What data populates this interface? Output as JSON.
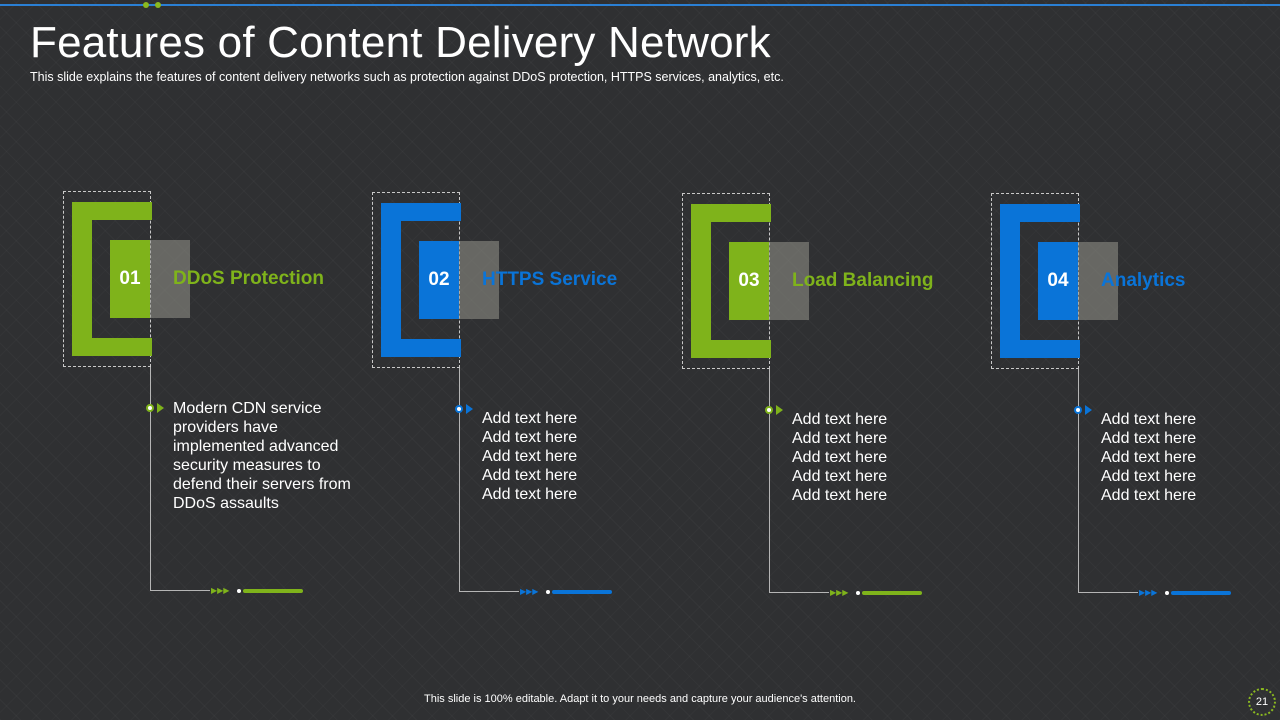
{
  "title": "Features of Content Delivery Network",
  "subtitle": "This slide explains the features  of content delivery  networks such as protection against DDoS protection, HTTPS  services,  analytics, etc.",
  "colors": {
    "green": "#7fb31b",
    "blue": "#0a74d8",
    "background": "#2f3032"
  },
  "features": [
    {
      "number": "01",
      "title": "DDoS Protection",
      "color": "green",
      "lines": [
        "Modern CDN service",
        "providers have",
        "implemented advanced",
        "security measures to",
        "defend their servers from",
        "DDoS assaults"
      ]
    },
    {
      "number": "02",
      "title": "HTTPS Service",
      "color": "blue",
      "lines": [
        "Add text here",
        "Add text here",
        "Add text here",
        "Add text here",
        "Add text here"
      ]
    },
    {
      "number": "03",
      "title": "Load Balancing",
      "color": "green",
      "lines": [
        "Add text here",
        "Add text here",
        "Add text here",
        "Add text here",
        "Add text here"
      ]
    },
    {
      "number": "04",
      "title": "Analytics",
      "color": "blue",
      "lines": [
        "Add text here",
        "Add text here",
        "Add text here",
        "Add text here",
        "Add text here"
      ]
    }
  ],
  "footer": "This slide is 100% editable.  Adapt it to your needs and capture your audience's attention.",
  "page_number": "21"
}
